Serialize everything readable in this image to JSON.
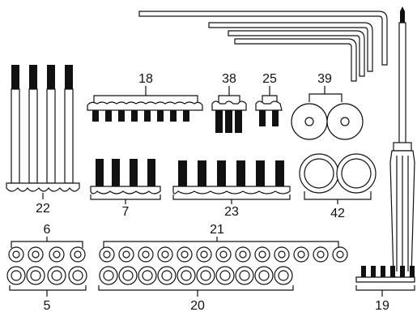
{
  "diagram": {
    "labels": {
      "p22": "22",
      "p18": "18",
      "p38": "38",
      "p25": "25",
      "p39": "39",
      "p7": "7",
      "p23": "23",
      "p42": "42",
      "p6": "6",
      "p21": "21",
      "p5": "5",
      "p20": "20",
      "p19": "19"
    }
  }
}
